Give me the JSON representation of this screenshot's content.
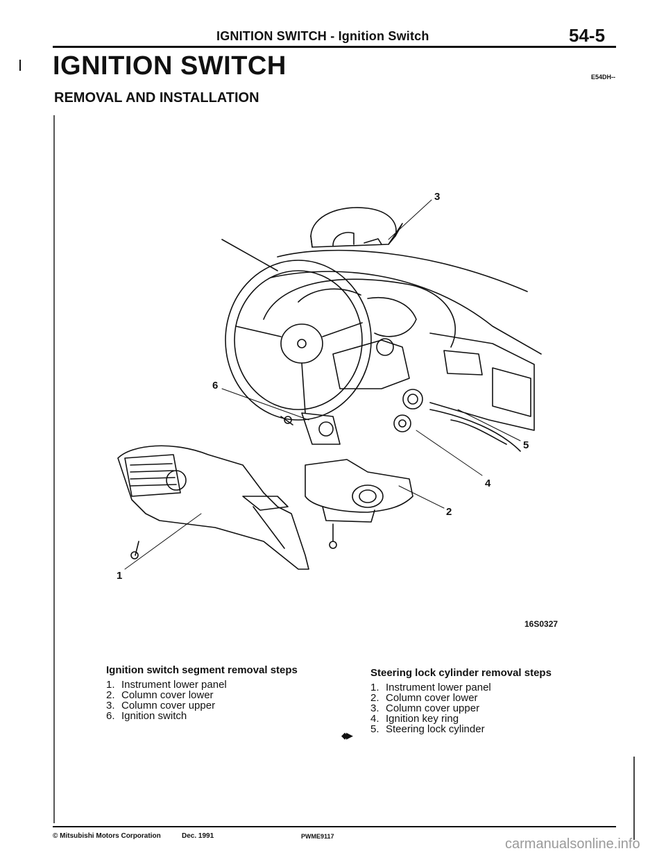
{
  "header": {
    "title": "IGNITION SWITCH - Ignition Switch",
    "page_number": "54-5"
  },
  "section": {
    "title": "IGNITION SWITCH",
    "code": "E54DH--",
    "subtitle": "REMOVAL AND INSTALLATION"
  },
  "figure": {
    "code": "16S0327",
    "callouts": [
      "1",
      "2",
      "3",
      "4",
      "5",
      "6"
    ]
  },
  "steps_left": {
    "heading": "Ignition switch segment removal steps",
    "items": [
      {
        "num": "1.",
        "text": "Instrument lower panel"
      },
      {
        "num": "2.",
        "text": "Column cover lower"
      },
      {
        "num": "3.",
        "text": "Column cover upper"
      },
      {
        "num": "6.",
        "text": "Ignition switch"
      }
    ]
  },
  "steps_right": {
    "heading": "Steering lock cylinder removal steps",
    "items": [
      {
        "num": "1.",
        "text": "Instrument lower panel"
      },
      {
        "num": "2.",
        "text": "Column cover lower"
      },
      {
        "num": "3.",
        "text": "Column cover upper"
      },
      {
        "num": "4.",
        "text": "Ignition key ring"
      },
      {
        "num": "5.",
        "text": "Steering lock cylinder"
      }
    ]
  },
  "nav_marker": "◆▶",
  "footer": {
    "copyright": "© Mitsubishi Motors Corporation",
    "date": "Dec. 1991",
    "code": "PWME9117"
  },
  "watermark": "carmanualsonline.info"
}
